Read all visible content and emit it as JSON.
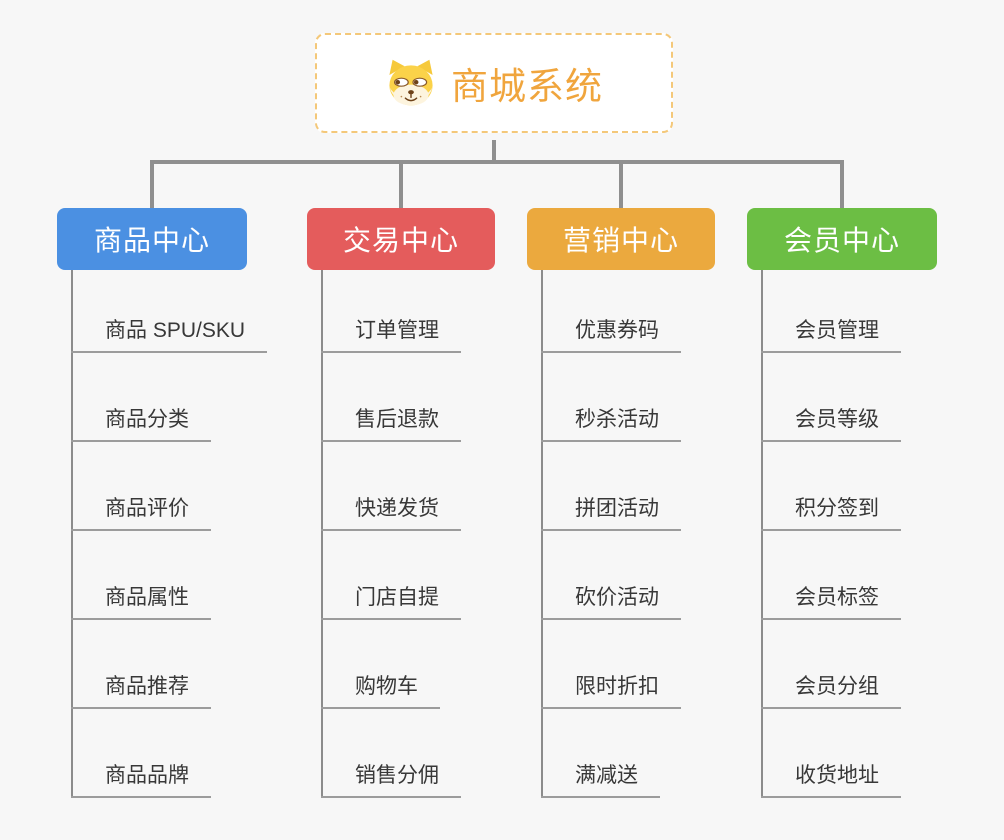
{
  "root": {
    "title": "商城系统",
    "icon": "dog-face-icon"
  },
  "colors": {
    "root_title": "#f0a53d",
    "root_border": "#f4c879",
    "connector": "#8f8f8f",
    "leaf_text": "#383838",
    "background": "#f7f7f7"
  },
  "branches": [
    {
      "id": "product-center",
      "label": "商品中心",
      "color": "#4b90e2",
      "items": [
        "商品 SPU/SKU",
        "商品分类",
        "商品评价",
        "商品属性",
        "商品推荐",
        "商品品牌"
      ]
    },
    {
      "id": "trade-center",
      "label": "交易中心",
      "color": "#e45c5c",
      "items": [
        "订单管理",
        "售后退款",
        "快递发货",
        "门店自提",
        "购物车",
        "销售分佣"
      ]
    },
    {
      "id": "marketing-center",
      "label": "营销中心",
      "color": "#eba93e",
      "items": [
        "优惠券码",
        "秒杀活动",
        "拼团活动",
        "砍价活动",
        "限时折扣",
        "满减送"
      ]
    },
    {
      "id": "member-center",
      "label": "会员中心",
      "color": "#6cbe44",
      "items": [
        "会员管理",
        "会员等级",
        "积分签到",
        "会员标签",
        "会员分组",
        "收货地址"
      ]
    }
  ]
}
